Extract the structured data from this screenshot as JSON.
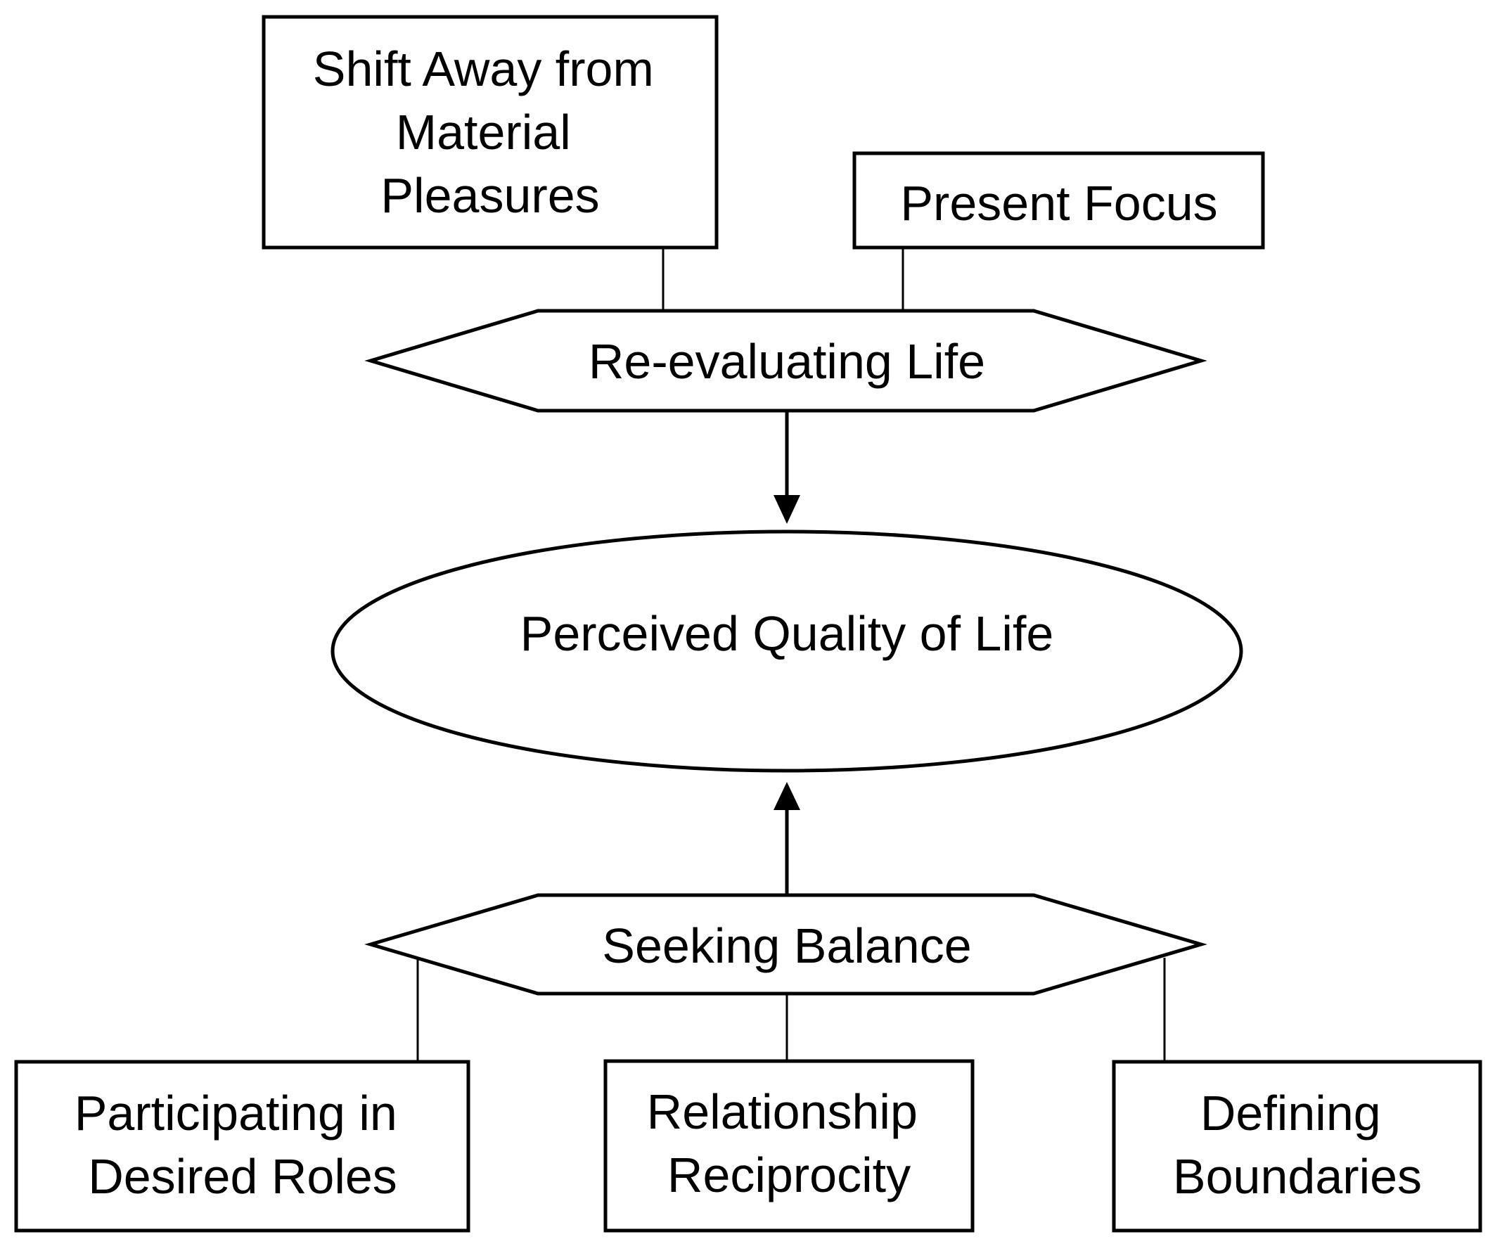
{
  "nodes": {
    "shift_away": {
      "lines": [
        "Shift Away from",
        "Material",
        "Pleasures"
      ]
    },
    "present_focus": {
      "lines": [
        "Present Focus"
      ]
    },
    "re_evaluating": {
      "lines": [
        "Re-evaluating Life"
      ]
    },
    "perceived_qol": {
      "lines": [
        "Perceived Quality of Life"
      ]
    },
    "seeking_balance": {
      "lines": [
        "Seeking Balance"
      ]
    },
    "participating": {
      "lines": [
        "Participating in",
        "Desired Roles"
      ]
    },
    "reciprocity": {
      "lines": [
        "Relationship",
        "Reciprocity"
      ]
    },
    "boundaries": {
      "lines": [
        "Defining",
        "Boundaries"
      ]
    }
  }
}
